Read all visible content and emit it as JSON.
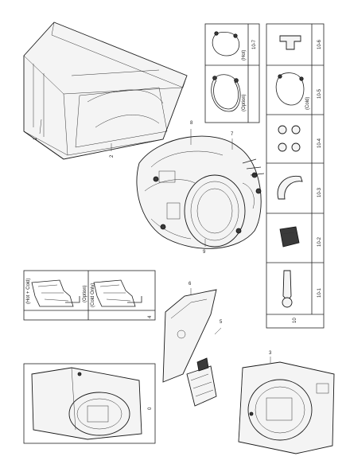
{
  "callouts": {
    "c1": "1",
    "c2": "2",
    "c3": "3",
    "c4": "4",
    "c5": "5",
    "c6": "6",
    "c7": "7",
    "c8": "8",
    "c9": "9",
    "c0": "0"
  },
  "accessories": {
    "group_number": "10",
    "items": [
      {
        "code": "10-1"
      },
      {
        "code": "10-2"
      },
      {
        "code": "10-3"
      },
      {
        "code": "10-4"
      },
      {
        "code": "10-5",
        "note": "(Cold)"
      },
      {
        "code": "10-6"
      }
    ]
  },
  "hoses": {
    "hot": {
      "code": "10-7",
      "note": "(Hot)"
    },
    "option": {
      "note": "(Option)"
    }
  },
  "valves": {
    "hot_cold": "(Hot + Cold)",
    "option": "(Option)",
    "cold_only": "(Cold Only)"
  }
}
